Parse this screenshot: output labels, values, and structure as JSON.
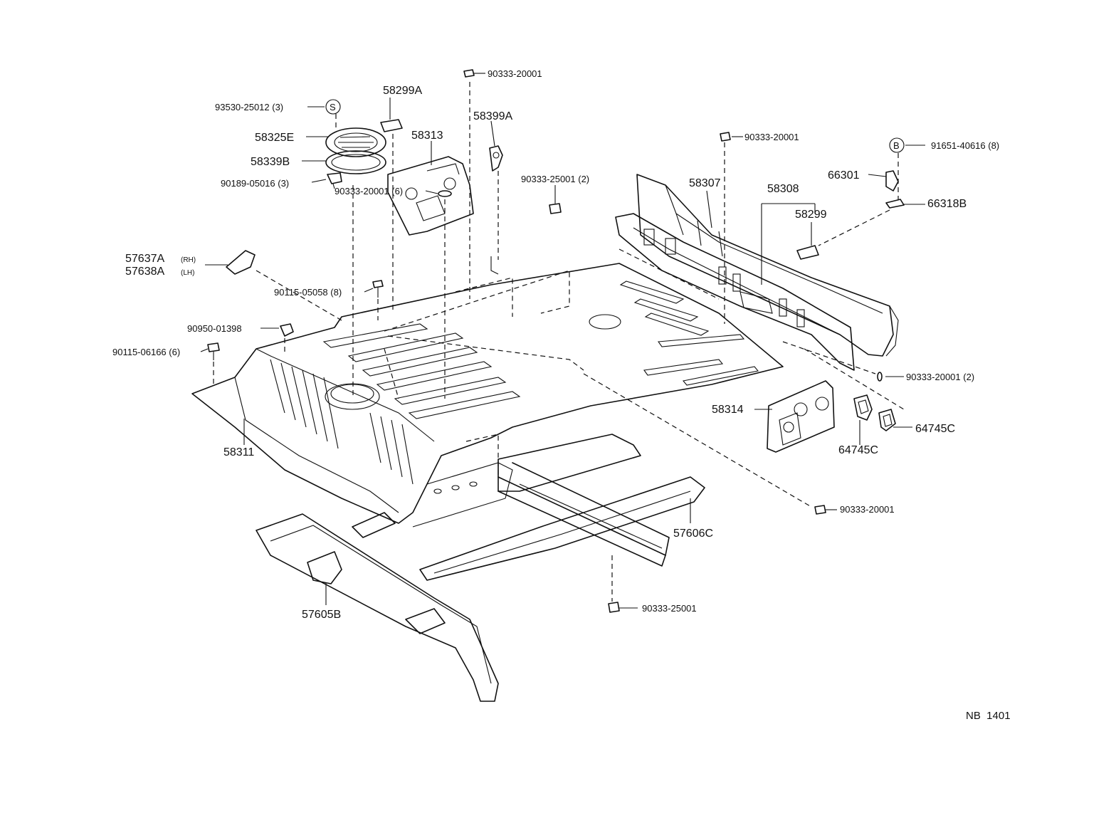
{
  "labels": {
    "l_90333_20001_top": "90333-20001",
    "l_58299A": "58299A",
    "l_58399A": "58399A",
    "l_93530": "93530-25012 (3)",
    "l_S": "S",
    "l_58325E": "58325E",
    "l_58313": "58313",
    "l_58339B": "58339B",
    "l_90189": "90189-05016 (3)",
    "l_90333_20001_mid": "90333-20001",
    "l_B": "B",
    "l_91651": "91651-40616 (8)",
    "l_66301": "66301",
    "l_58307": "58307",
    "l_90333_25001_2": "90333-25001 (2)",
    "l_58308": "58308",
    "l_66318B": "66318B",
    "l_58299": "58299",
    "l_57637A": "57637A",
    "l_57637A_side": "(RH)",
    "l_57638A": "57638A",
    "l_57638A_side": "(LH)",
    "l_90333_20001_6": "90333-20001 (6)",
    "l_90115_05058": "90115-05058 (8)",
    "l_90950": "90950-01398",
    "l_90115_06166": "90115-06166 (6)",
    "l_90333_20001_2": "90333-20001 (2)",
    "l_58314": "58314",
    "l_64745C_a": "64745C",
    "l_64745C_b": "64745C",
    "l_58311": "58311",
    "l_90333_20001_low": "90333-20001",
    "l_57606C": "57606C",
    "l_90333_25001": "90333-25001",
    "l_57605B": "57605B",
    "l_ref": "NB  1401"
  }
}
